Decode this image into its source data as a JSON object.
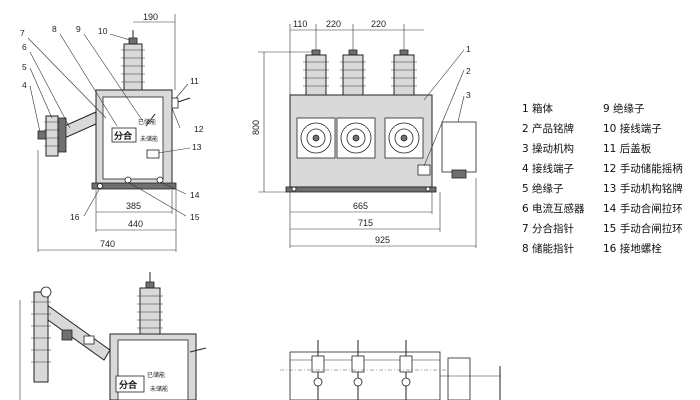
{
  "dimensions": {
    "left_top": "190",
    "left_385": "385",
    "left_440": "440",
    "left_740": "740",
    "front_110": "110",
    "front_220a": "220",
    "front_220b": "220",
    "front_800": "800",
    "front_665": "665",
    "front_715": "715",
    "front_925": "925"
  },
  "callouts_left": [
    "7",
    "8",
    "9",
    "10",
    "6",
    "5",
    "4",
    "11",
    "12",
    "13",
    "14",
    "15",
    "16"
  ],
  "callouts_front": [
    "1",
    "2",
    "3"
  ],
  "panel": {
    "sign": "分合",
    "stored": "已储能",
    "unstored": "未储能"
  },
  "legend": [
    {
      "num": "1",
      "text": "箱体"
    },
    {
      "num": "2",
      "text": "产品铭牌"
    },
    {
      "num": "3",
      "text": "操动机构"
    },
    {
      "num": "4",
      "text": "接线端子"
    },
    {
      "num": "5",
      "text": "绝缘子"
    },
    {
      "num": "6",
      "text": "电流互感器"
    },
    {
      "num": "7",
      "text": "分合指针"
    },
    {
      "num": "8",
      "text": "储能指针"
    },
    {
      "num": "9",
      "text": "绝缘子"
    },
    {
      "num": "10",
      "text": "接线端子"
    },
    {
      "num": "11",
      "text": "后盖板"
    },
    {
      "num": "12",
      "text": "手动储能摇柄"
    },
    {
      "num": "13",
      "text": "手动机构铭牌"
    },
    {
      "num": "14",
      "text": "手动合闸拉环"
    },
    {
      "num": "15",
      "text": "手动合闸拉环"
    },
    {
      "num": "16",
      "text": "接地螺栓"
    }
  ]
}
